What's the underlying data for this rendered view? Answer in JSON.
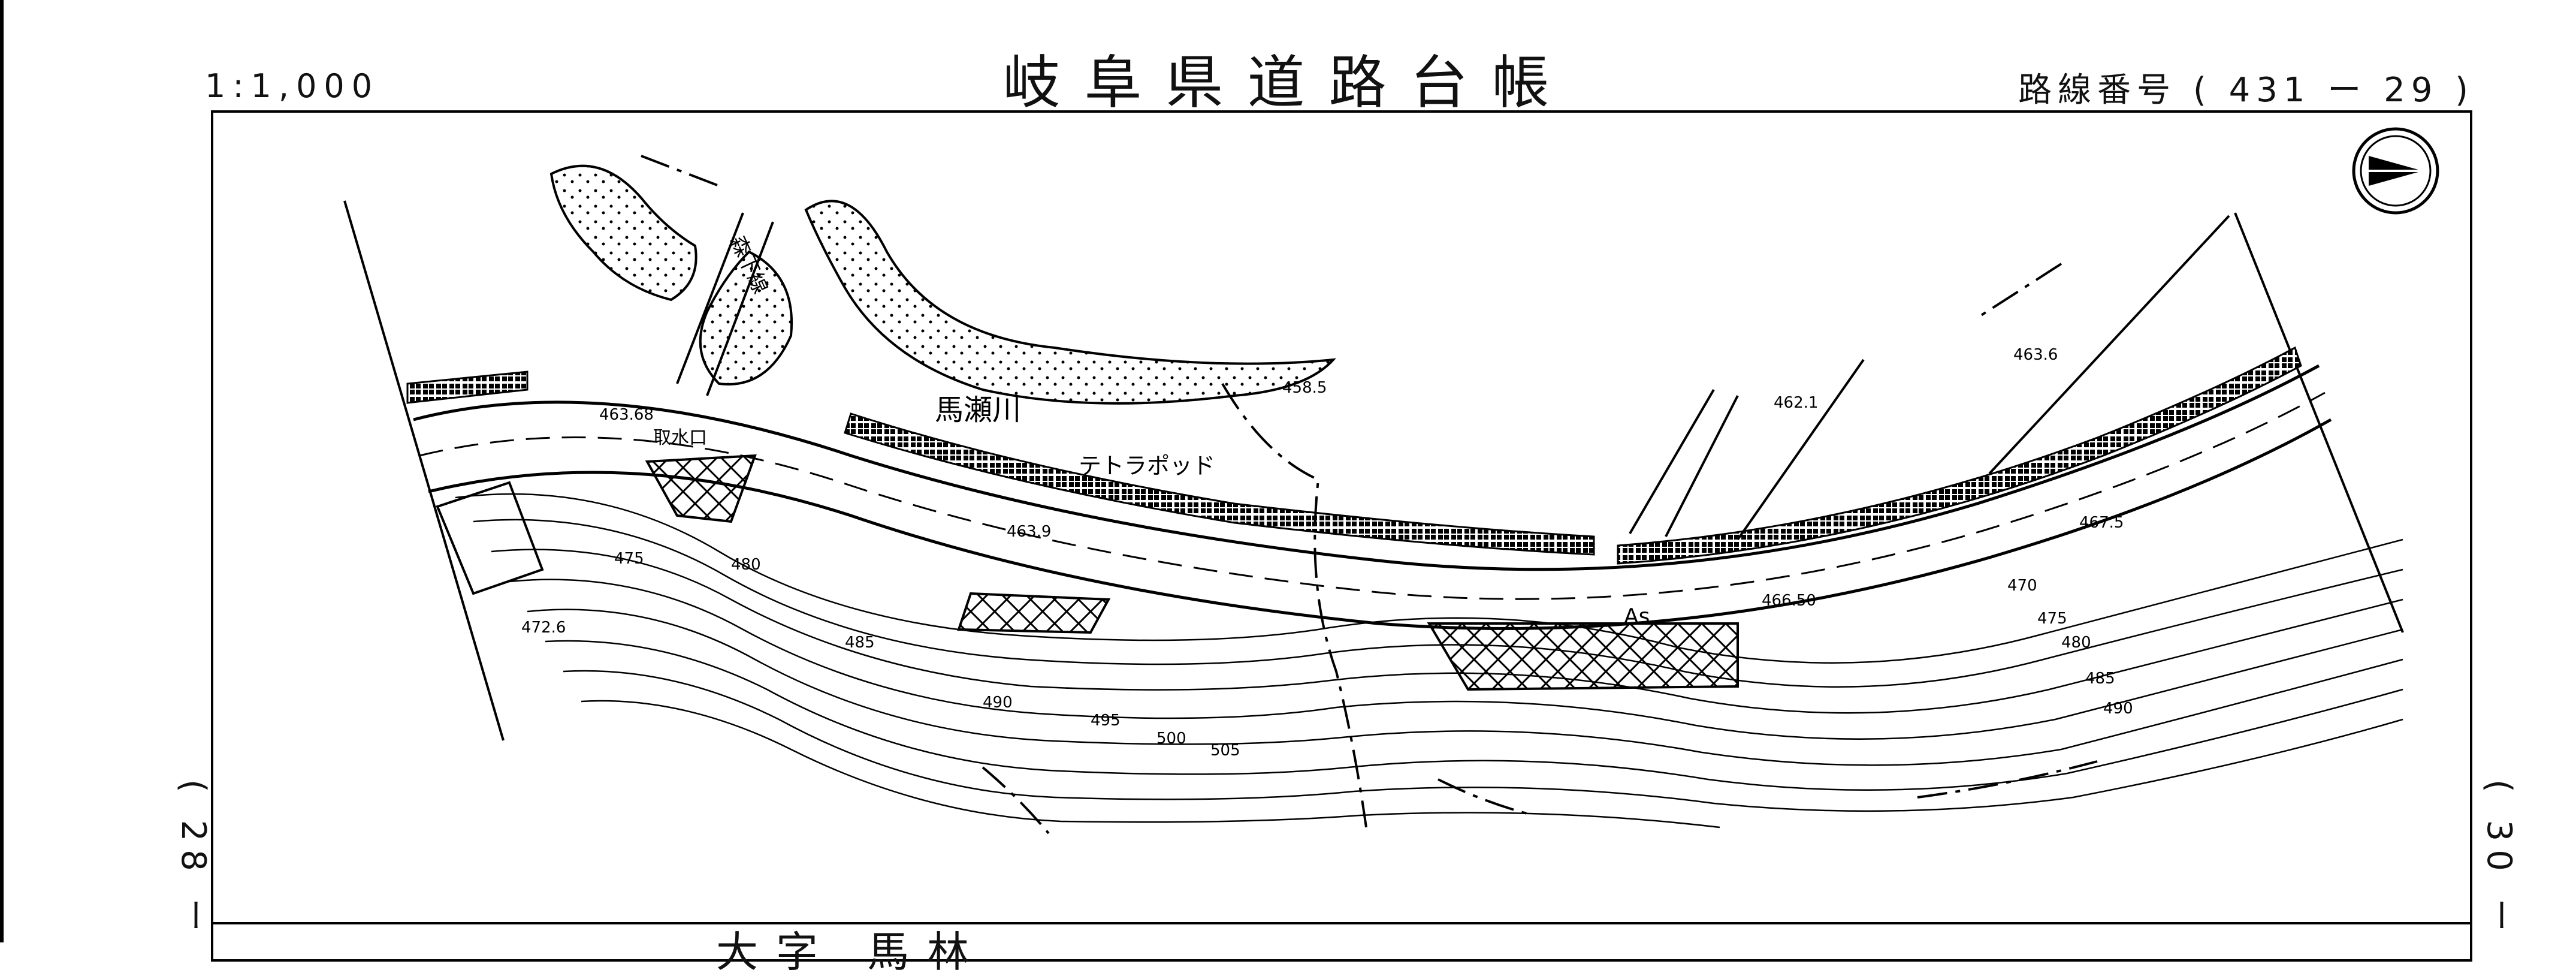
{
  "header": {
    "title": "岐阜県道路台帳",
    "scale": "1:1,000",
    "route_number": "路線番号 ( 431 ー 29 )"
  },
  "side_labels": {
    "left": "( 28 ー",
    "right": "( 30 ー"
  },
  "footer": {
    "partial_text": "大字 馬林"
  },
  "map": {
    "river_label": "馬瀬川",
    "tetrapod_label": "テトラポッド",
    "water_intake_label": "取水口",
    "side_road_label": "森下線",
    "pavement_label": "As",
    "spot_elevations": [
      "463.68",
      "458.5",
      "462.1",
      "463.6",
      "463.9",
      "466.50",
      "467.5",
      "472.6"
    ],
    "contour_labels": [
      "475",
      "480",
      "485",
      "490",
      "495",
      "500",
      "505",
      "470",
      "475",
      "480",
      "485",
      "490"
    ],
    "north_arrow": "north-arrow-icon"
  }
}
